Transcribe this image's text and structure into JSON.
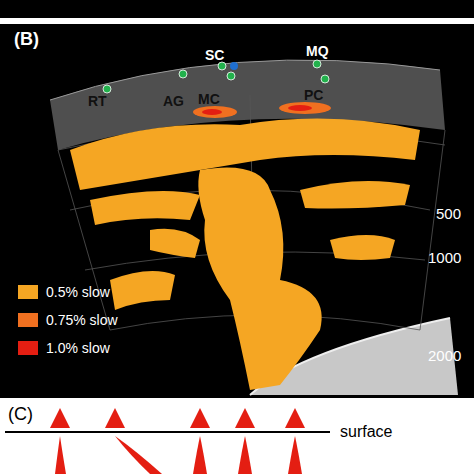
{
  "diagram": {
    "labels": [
      "(B)",
      "RT",
      "AG",
      "SC",
      "MC",
      "MQ",
      "PC",
      "500",
      "1000",
      "2000",
      "(C)",
      "surface"
    ],
    "legend": [
      {
        "text": "0.5% slow",
        "color": "#f5a623"
      },
      {
        "text": "0.75% slow",
        "color": "#f07020"
      },
      {
        "text": "1.0% slow",
        "color": "#e41e12"
      }
    ]
  }
}
